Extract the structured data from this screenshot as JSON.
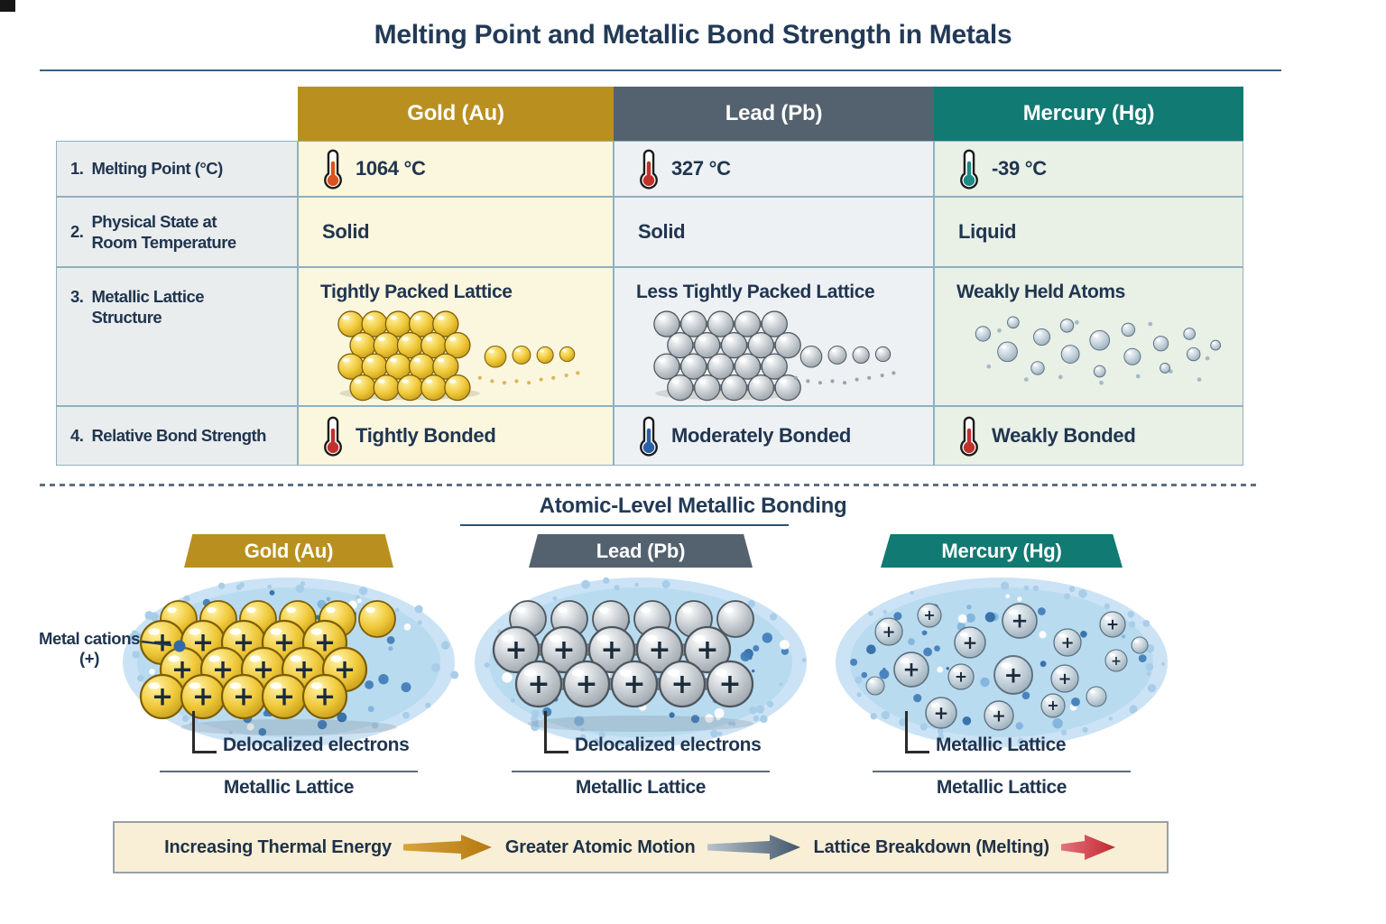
{
  "title": "Melting Point and Metallic Bond Strength in Metals",
  "columns": [
    {
      "label": "Gold (Au)",
      "color": "#b9901f",
      "cell_bg": "#fbf6de"
    },
    {
      "label": "Lead (Pb)",
      "color": "#54626f",
      "cell_bg": "#eef1f4"
    },
    {
      "label": "Mercury (Hg)",
      "color": "#117a72",
      "cell_bg": "#e9f0e6"
    }
  ],
  "rows": [
    {
      "num": "1.",
      "label": "Melting Point (°C)",
      "values": [
        "1064 °C",
        "327 °C",
        "-39 °C"
      ],
      "thermo": [
        "#d8531d",
        "#c2302c",
        "#1d8a84"
      ]
    },
    {
      "num": "2.",
      "label": "Physical State at Room Temperature",
      "values": [
        "Solid",
        "Solid",
        "Liquid"
      ]
    },
    {
      "num": "3.",
      "label": "Metallic Lattice Structure",
      "values": [
        "Tightly Packed Lattice",
        "Less Tightly Packed Lattice",
        "Weakly Held Atoms"
      ]
    },
    {
      "num": "4.",
      "label": "Relative Bond Strength",
      "values": [
        "Tightly Bonded",
        "Moderately Bonded",
        "Weakly Bonded"
      ],
      "thermo": [
        "#c2302c",
        "#2b5fa8",
        "#c2302c"
      ]
    }
  ],
  "section2_title": "Atomic-Level Metallic Bonding",
  "metal_cations_label": "Metal cations (+)",
  "panels": [
    {
      "label": "Gold (Au)",
      "color": "#b9901f",
      "callout": "Delocalized electrons",
      "caption": "Metallic Lattice"
    },
    {
      "label": "Lead (Pb)",
      "color": "#54626f",
      "callout": "Delocalized electrons",
      "caption": "Metallic Lattice"
    },
    {
      "label": "Mercury (Hg)",
      "color": "#117a72",
      "callout": "Metallic Lattice",
      "caption": "Metallic Lattice"
    }
  ],
  "banner": {
    "items": [
      {
        "text": "Increasing Thermal Energy",
        "arrow_from": "#d7a43c",
        "arrow_to": "#b5790f"
      },
      {
        "text": "Greater Atomic Motion",
        "arrow_from": "#b9c2ca",
        "arrow_to": "#42586c"
      },
      {
        "text": "Lattice Breakdown (Melting)",
        "arrow_from": "#e4737b",
        "arrow_to": "#c02832"
      }
    ]
  }
}
